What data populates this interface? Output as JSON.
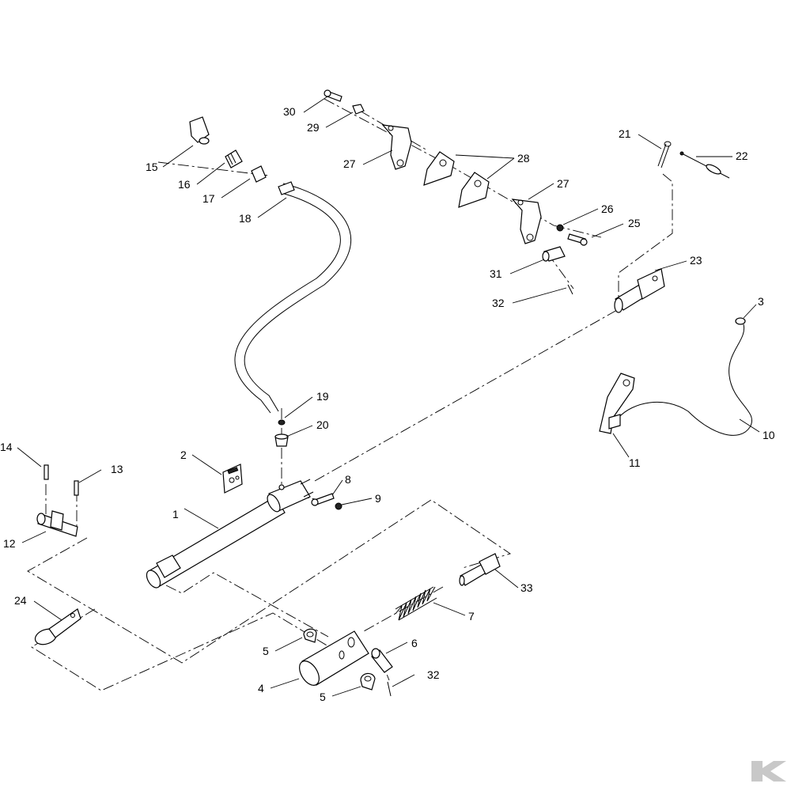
{
  "labels": {
    "p1": "1",
    "p2": "2",
    "p3": "3",
    "p4": "4",
    "p5a": "5",
    "p5b": "5",
    "p6": "6",
    "p7": "7",
    "p8": "8",
    "p9": "9",
    "p10": "10",
    "p11": "11",
    "p12": "12",
    "p13": "13",
    "p14": "14",
    "p15": "15",
    "p16": "16",
    "p17": "17",
    "p18": "18",
    "p19": "19",
    "p20": "20",
    "p21": "21",
    "p22": "22",
    "p23": "23",
    "p24": "24",
    "p25": "25",
    "p26": "26",
    "p27a": "27",
    "p27b": "27",
    "p28": "28",
    "p29": "29",
    "p30": "30",
    "p31": "31",
    "p32a": "32",
    "p32b": "32",
    "p33": "33"
  },
  "colors": {
    "line": "#000000",
    "background": "#ffffff",
    "logo": "#c8c8c8"
  }
}
